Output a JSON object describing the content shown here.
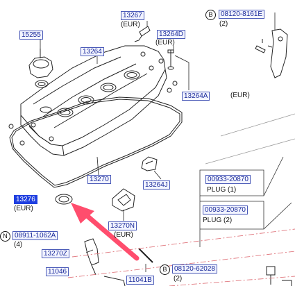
{
  "parts": {
    "p13267": "13267",
    "p15255": "15255",
    "p13264": "13264",
    "p13264D": "13264D",
    "p13264A": "13264A",
    "p13270": "13270",
    "p13264J": "13264J",
    "p13276": "13276",
    "p13270N": "13270N",
    "p08911": "08911-1062A",
    "p13270Z": "13270Z",
    "p11046": "11046",
    "p11041B": "11041B",
    "p08120_8161": "08120-8161E",
    "p08120_6202": "08120-62028",
    "p00933_a": "00933-20870",
    "p00933_b": "00933-20870"
  },
  "notes": {
    "eur": "(EUR)",
    "qty2": "(2)",
    "qty4": "(4)",
    "plug1": "PLUG   (1)",
    "plug2": "PLUG   (2)"
  },
  "markers": {
    "b": "B",
    "n": "N"
  },
  "colors": {
    "part_number_text": "#1a2a9a",
    "selected_part": "#1f3fe0",
    "arrow": "#ff4d6d",
    "dash_line": "#e0777e"
  }
}
